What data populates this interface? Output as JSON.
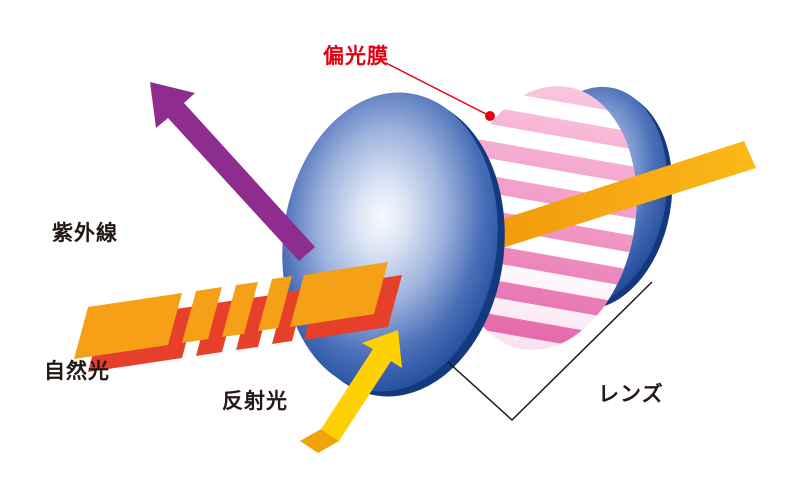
{
  "diagram": {
    "labels": {
      "polarizing_film": "偏光膜",
      "uv_rays": "紫外線",
      "natural_light": "自然光",
      "reflected_light": "反射光",
      "lens": "レンズ"
    },
    "colors": {
      "film_label_red": "#e60012",
      "uv_purple": "#8e2d8e",
      "beam_orange": "#f6a018",
      "beam_red": "#e6402b",
      "reflected_yellow": "#ffd105",
      "reflected_yellow_dark": "#f0a30a",
      "lens_blue": "#1b4392",
      "film_pink": "#e874b2",
      "text_black": "#231815",
      "pointer_black": "#1a1a1a"
    }
  }
}
